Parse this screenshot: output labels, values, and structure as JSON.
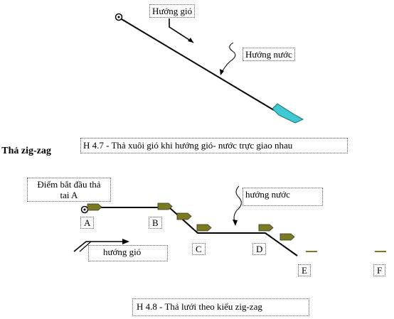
{
  "figure1": {
    "wind_label": "Hướng gió",
    "water_label": "Hướng nước",
    "caption": "H 4.7 - Thả xuôi gió khi hướng gió- nước trực giao nhau"
  },
  "section_heading": "+ Thả zig-zag",
  "figure2": {
    "start_label_line1": "Điểm bắt đầu thả",
    "start_label_line2": "tai A",
    "water_label": "hướng nước",
    "wind_label": "hướng gió",
    "points": [
      "A",
      "B",
      "C",
      "D",
      "E",
      "F"
    ],
    "caption": "H 4.8 - Thả lưới theo kiểu zig-zag"
  },
  "colors": {
    "line": "#000000",
    "boat_fill": "#3fc9d2",
    "float_fill": "#7a7a1e"
  }
}
